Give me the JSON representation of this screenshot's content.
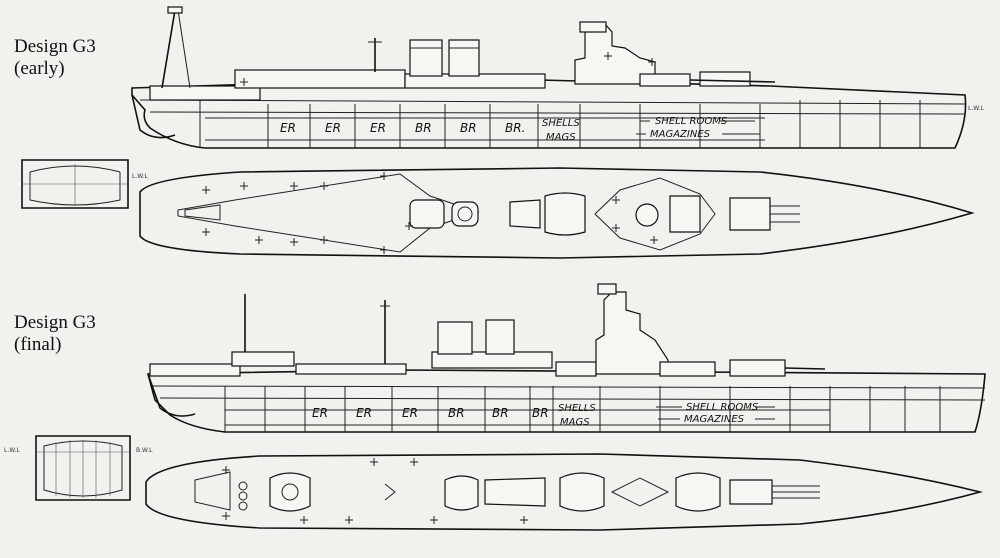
{
  "designs": [
    {
      "title_line1": "Design  G3",
      "title_line2": "(early)"
    },
    {
      "title_line1": "Design  G3",
      "title_line2": "(final)"
    }
  ],
  "early_profile": {
    "compartments": [
      "ER",
      "ER",
      "ER",
      "BR",
      "BR",
      "BR."
    ],
    "shells": "SHELLS",
    "mags": "MAGS",
    "shell_rooms": "SHELL ROOMS",
    "magazines": "MAGAZINES",
    "lwl": "L.W.L"
  },
  "early_section": {
    "lwl": "L.W.L"
  },
  "final_profile": {
    "compartments": [
      "ER",
      "ER",
      "ER",
      "BR",
      "BR",
      "BR"
    ],
    "shells": "SHELLS",
    "mags": "MAGS",
    "shell_rooms": "SHELL ROOMS",
    "magazines": "MAGAZINES"
  },
  "final_section": {
    "lwl_left": "L.W.L",
    "lwl_right": "B.W.L"
  }
}
